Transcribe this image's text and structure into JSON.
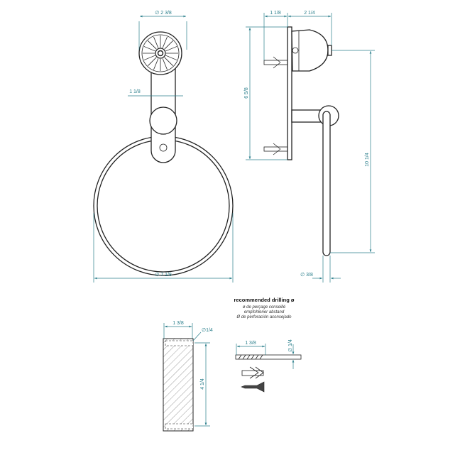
{
  "dimensions": {
    "rosette_diameter": "∅ 2 3/8",
    "plate_width": "1 1/8",
    "mount_height": "6 5/8",
    "side_depth_plate": "1 1/8",
    "side_depth_rosette": "2 1/4",
    "total_height": "10 1/4",
    "ring_diameter": "∅ 7 1/8",
    "rod_diameter": "∅ 3/8",
    "drill_depth_wall": "1 3/8",
    "hole_diameter_wall": "∅1/4",
    "hole_spacing": "4 1/4",
    "drill_depth_bit": "1 3/8",
    "bit_diameter": "∅ 1/4"
  },
  "drilling_note": {
    "title": "recommended drilling ø",
    "fr": "ø de perçage conseillé",
    "de": "empfohlener abstand",
    "es": "Ø de perforación aconsejado"
  },
  "colors": {
    "dimension": "#2b7f8c",
    "outline": "#222222"
  }
}
